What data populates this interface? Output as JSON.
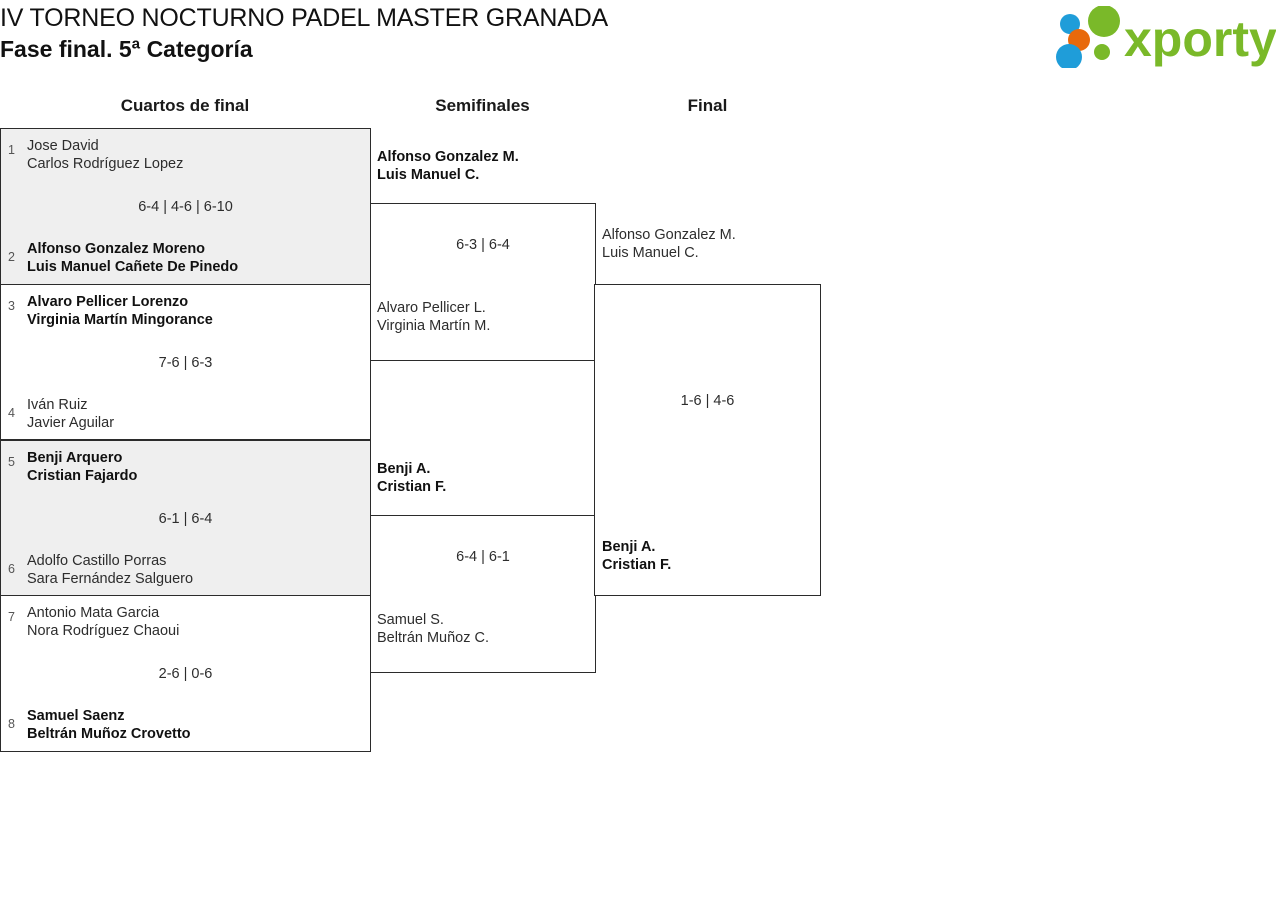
{
  "header": {
    "title_line1": "IV TORNEO NOCTURNO PADEL MASTER GRANADA",
    "title_line2": "Fase final. 5ª Categoría",
    "logo_text": "xporty",
    "logo_colors": {
      "green": "#7ab929",
      "blue": "#1f9dd9",
      "orange": "#e8690b"
    }
  },
  "columns": {
    "quarterfinals": "Cuartos de final",
    "semifinals": "Semifinales",
    "final": "Final"
  },
  "bracket": {
    "quarterfinals": [
      {
        "seed_top": "1",
        "top_p1": "Jose David",
        "top_p2": "Carlos Rodríguez Lopez",
        "seed_bottom": "2",
        "bottom_p1": "Alfonso Gonzalez Moreno",
        "bottom_p2": "Luis Manuel Cañete De Pinedo",
        "score": "6-4 | 4-6 | 6-10",
        "winner": "bottom"
      },
      {
        "seed_top": "3",
        "top_p1": "Alvaro Pellicer Lorenzo",
        "top_p2": "Virginia Martín Mingorance",
        "seed_bottom": "4",
        "bottom_p1": "Iván Ruiz",
        "bottom_p2": "Javier Aguilar",
        "score": "7-6 | 6-3",
        "winner": "top"
      },
      {
        "seed_top": "5",
        "top_p1": "Benji Arquero",
        "top_p2": "Cristian Fajardo",
        "seed_bottom": "6",
        "bottom_p1": "Adolfo Castillo Porras",
        "bottom_p2": "Sara Fernández Salguero",
        "score": "6-1 | 6-4",
        "winner": "top"
      },
      {
        "seed_top": "7",
        "top_p1": "Antonio Mata Garcia",
        "top_p2": "Nora Rodríguez Chaoui",
        "seed_bottom": "8",
        "bottom_p1": "Samuel Saenz",
        "bottom_p2": "Beltrán Muñoz Crovetto",
        "score": "2-6 | 0-6",
        "winner": "bottom"
      }
    ],
    "semifinals": [
      {
        "top_p1": "Alfonso Gonzalez M.",
        "top_p2": "Luis Manuel C.",
        "bottom_p1": "Alvaro Pellicer L.",
        "bottom_p2": "Virginia Martín M.",
        "score": "6-3 | 6-4",
        "winner": "top"
      },
      {
        "top_p1": "Benji A.",
        "top_p2": "Cristian F.",
        "bottom_p1": "Samuel S.",
        "bottom_p2": "Beltrán Muñoz C.",
        "score": "6-4 | 6-1",
        "winner": "top"
      }
    ],
    "final": [
      {
        "top_p1": "Alfonso Gonzalez M.",
        "top_p2": "Luis Manuel C.",
        "bottom_p1": "Benji A.",
        "bottom_p2": "Cristian F.",
        "score": "1-6 | 4-6",
        "winner": "bottom"
      }
    ]
  }
}
